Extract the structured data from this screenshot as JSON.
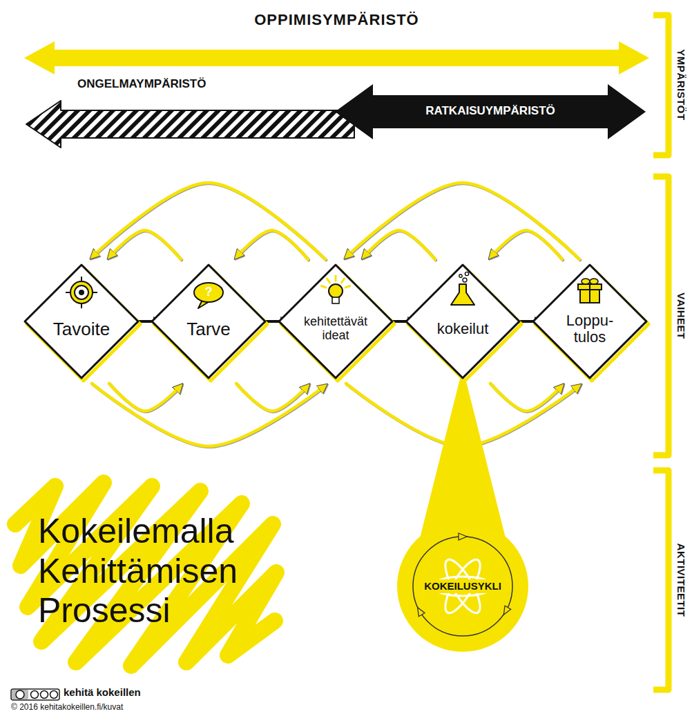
{
  "diagram": {
    "title": "Kokeilemalla Kehittämisen Prosessi",
    "nodes": [
      {
        "text": [
          "OPPIMISYMPÄRISTÖ"
        ]
      },
      {
        "text": [
          "ONGELMAYMPÄRISTÖ"
        ]
      },
      {
        "text": [
          "RATKAISUYMPÄRISTÖ"
        ]
      },
      {
        "text": [
          "Tavoite"
        ]
      },
      {
        "text": [
          "Tarve"
        ]
      },
      {
        "text": [
          "kehitettävät ideat"
        ]
      },
      {
        "text": [
          "kokeilut"
        ]
      },
      {
        "text": [
          "Loppu- tulos"
        ]
      },
      {
        "text": [
          "KOKEILUSYKLI"
        ]
      }
    ],
    "edges": [
      {
        "from": 3,
        "to": 4,
        "arrow": "to"
      },
      {
        "from": 4,
        "to": 5,
        "arrow": "to"
      },
      {
        "from": 5,
        "to": 6,
        "arrow": "to"
      },
      {
        "from": 6,
        "to": 7,
        "arrow": "to"
      },
      {
        "from": 4,
        "to": 3,
        "arrow": "to"
      },
      {
        "from": 5,
        "to": 4,
        "arrow": "to"
      },
      {
        "from": 6,
        "to": 5,
        "arrow": "to"
      },
      {
        "from": 7,
        "to": 6,
        "arrow": "to"
      },
      {
        "from": 5,
        "to": 3,
        "arrow": "to"
      },
      {
        "from": 7,
        "to": 5,
        "arrow": "to"
      },
      {
        "from": 3,
        "to": 4,
        "arrow": "to"
      },
      {
        "from": 4,
        "to": 5,
        "arrow": "to"
      },
      {
        "from": 6,
        "to": 7,
        "arrow": "to"
      },
      {
        "from": 3,
        "to": 5,
        "arrow": "to"
      },
      {
        "from": 5,
        "to": 7,
        "arrow": "to"
      },
      {
        "from": 6,
        "to": 8,
        "arrow": "none"
      }
    ],
    "labels": [
      "YMPÄRISTÖT",
      "VAIHEET",
      "AKTIVITEETIT",
      "?",
      "kehitä kokeillen",
      "© 2016 kehitakokeillen.fi/kuvat"
    ]
  }
}
